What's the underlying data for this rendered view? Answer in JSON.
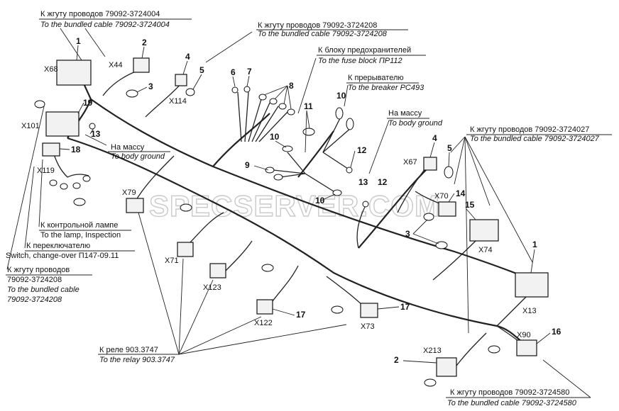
{
  "watermark": "SPECSERVER.COM",
  "callouts": [
    {
      "ru": "К жгуту проводов 79092-3724004",
      "en": "To the bundled cable 79092-3724004"
    },
    {
      "ru": "К жгуту проводов 79092-3724208",
      "en": "To the bundled cable 79092-3724208"
    },
    {
      "ru": "К блоку предохранителей",
      "en": "To the fuse block ПР112"
    },
    {
      "ru": "К прерывателю",
      "en": "To the breaker РС493"
    },
    {
      "ru": "На массу",
      "en": "To body ground"
    },
    {
      "ru": "К жгуту проводов 79092-3724027",
      "en": "To the bundled cable 79092-3724027"
    },
    {
      "ru": "На массу",
      "en": "To body ground"
    },
    {
      "ru": "К контрольной лампе",
      "en": "To the lamp, Inspection"
    },
    {
      "ru": "К переключателю",
      "en": "Switch, change-over П147-09.11"
    },
    {
      "ru1": "К жгуту проводов",
      "ru2": "79092-3724208",
      "en1": "To the bundled cable",
      "en2": "79092-3724208"
    },
    {
      "ru": "К реле 903.3747",
      "en": "To the relay 903.3747"
    },
    {
      "ru": "К жгуту проводов 79092-3724580",
      "en": "To the bundled cable 79092-3724580"
    }
  ],
  "connector_labels": [
    "X68",
    "X44",
    "X114",
    "X101",
    "X119",
    "X79",
    "X71",
    "X123",
    "X122",
    "X73",
    "X67",
    "X70",
    "X74",
    "X13",
    "X90",
    "X213"
  ],
  "part_numbers": [
    "1",
    "2",
    "3",
    "4",
    "5",
    "6",
    "7",
    "8",
    "19",
    "13",
    "18",
    "11",
    "10",
    "12",
    "9",
    "14",
    "15",
    "17",
    "16"
  ]
}
